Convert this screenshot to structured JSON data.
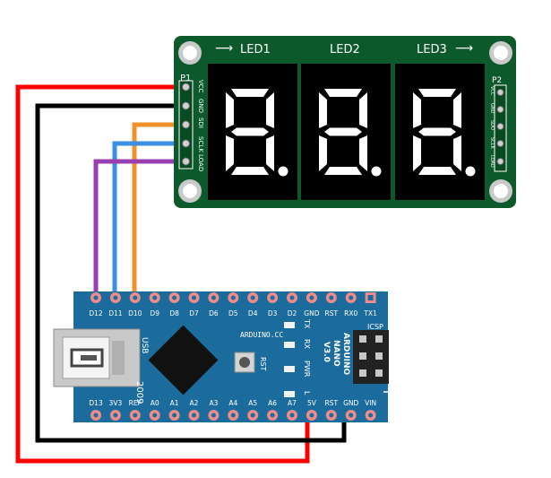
{
  "display_module": {
    "led_labels": [
      "LED1",
      "LED2",
      "LED3"
    ],
    "connector_left": "P1",
    "connector_right": "P2",
    "pin_labels": [
      "VCC",
      "GND",
      "SDI",
      "SCLK",
      "LOAD"
    ],
    "right_pin_labels": [
      "VCC",
      "GND",
      "SDO",
      "SCLK",
      "LOAD"
    ],
    "digits": [
      "8.",
      "8.",
      "8."
    ],
    "colors": {
      "pcb": "#0c5a2c",
      "segment": "#ffffff",
      "digit_bg": "#000000"
    }
  },
  "arduino": {
    "top_pins": [
      "D12",
      "D11",
      "D10",
      "D9",
      "D8",
      "D7",
      "D6",
      "D5",
      "D4",
      "D3",
      "D2",
      "GND",
      "RST",
      "RX0",
      "TX1"
    ],
    "bottom_pins": [
      "D13",
      "3V3",
      "REF",
      "A0",
      "A1",
      "A2",
      "A3",
      "A4",
      "A5",
      "A6",
      "A7",
      "5V",
      "RST",
      "GND",
      "VIN"
    ],
    "usb_label": "USB",
    "year": "2009",
    "logo": "ARDUINO.CC",
    "title_lines": [
      "ARDUINO",
      "NANO",
      "V3.0"
    ],
    "led_labels": [
      "TX",
      "RX",
      "PWR",
      "L"
    ],
    "rst_label": "RST",
    "icsp_label": "ICSP",
    "colors": {
      "board": "#1c6b9d",
      "pin_pad": "#ee8c8a"
    }
  },
  "wires": [
    {
      "from": "VCC",
      "to": "5V",
      "color": "#ff0000"
    },
    {
      "from": "GND",
      "to": "GND",
      "color": "#000000"
    },
    {
      "from": "SDI",
      "to": "D10",
      "color": "#f0922b"
    },
    {
      "from": "SCLK",
      "to": "D11",
      "color": "#3b8fe0"
    },
    {
      "from": "LOAD",
      "to": "D12",
      "color": "#9a3fb0"
    }
  ]
}
